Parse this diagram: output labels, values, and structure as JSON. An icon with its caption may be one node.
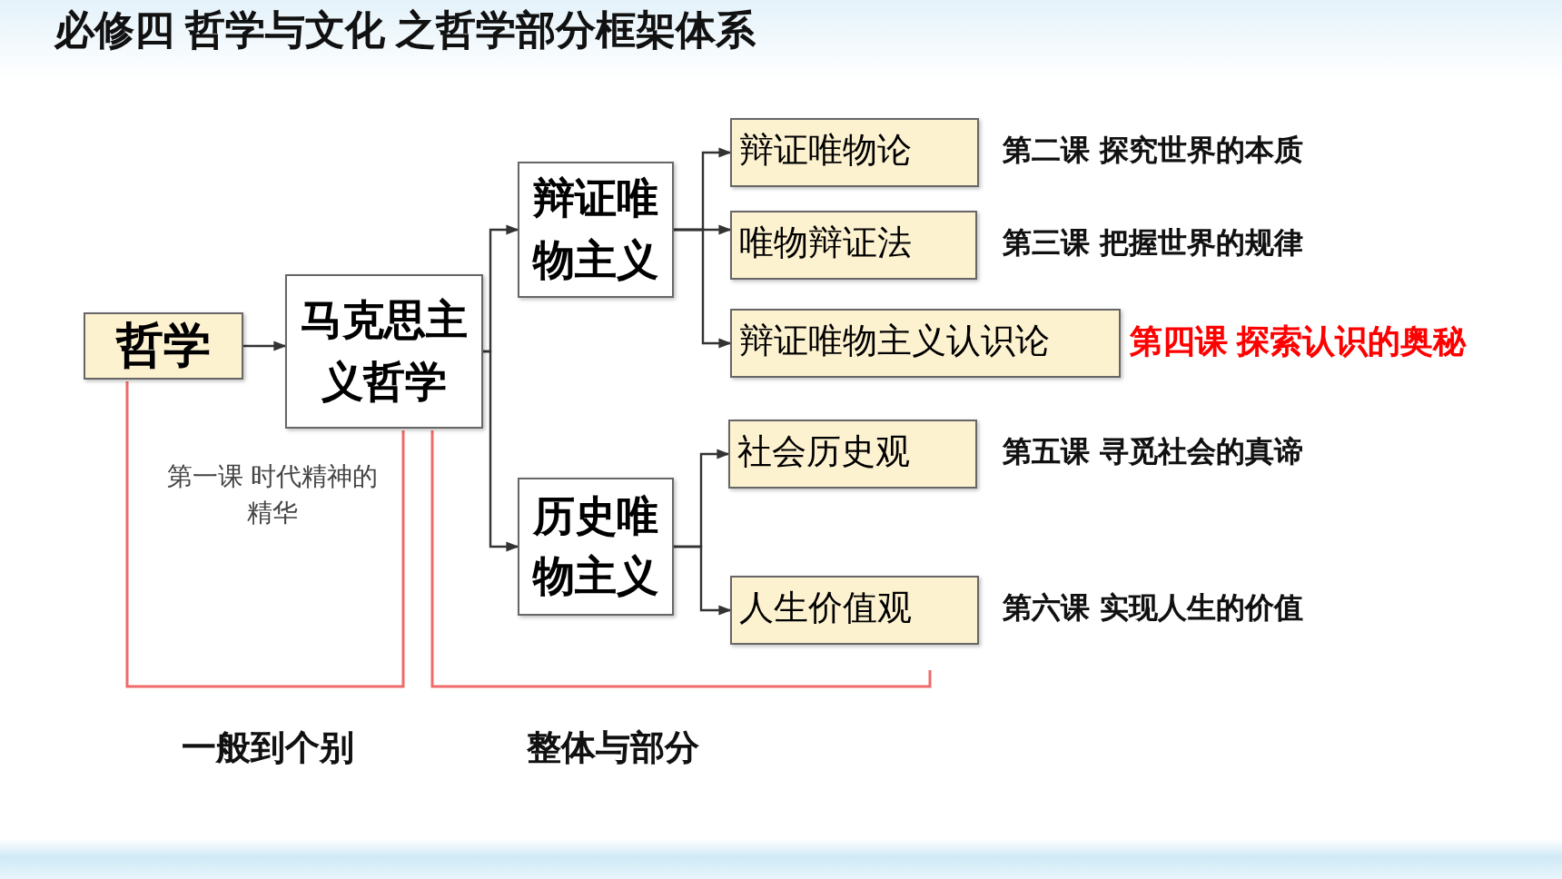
{
  "diagram": {
    "title": "必修四 哲学与文化 之**哲学部分框架体系**",
    "nodes": [
      {
        "text": [
          "哲学"
        ]
      },
      {
        "text": [
          "马克思主义哲学"
        ]
      },
      {
        "text": [
          "辩证唯物主义"
        ]
      },
      {
        "text": [
          "历史唯物主义"
        ]
      },
      {
        "text": [
          "辩证唯物论"
        ],
        "beside": [
          "第二课 探究世界的本质"
        ]
      },
      {
        "text": [
          "唯物辩证法"
        ],
        "beside": [
          "第三课 把握世界的规律"
        ]
      },
      {
        "text": [
          "辩证唯物主义认识论"
        ],
        "beside": [
          "第四课 探索认识的奥秘"
        ]
      },
      {
        "text": [
          "社会历史观"
        ],
        "beside": [
          "第五课 寻觅社会的真谛"
        ]
      },
      {
        "text": [
          "人生价值观"
        ],
        "beside": [
          "第六课 实现人生的价值"
        ]
      }
    ],
    "edges": [
      {
        "from": 0,
        "to": 1,
        "arrow": "to"
      },
      {
        "from": 1,
        "to": 2,
        "arrow": "to"
      },
      {
        "from": 1,
        "to": 3,
        "arrow": "to"
      },
      {
        "from": 2,
        "to": 4,
        "arrow": "to"
      },
      {
        "from": 2,
        "to": 5,
        "arrow": "to"
      },
      {
        "from": 2,
        "to": 6,
        "arrow": "to"
      },
      {
        "from": 3,
        "to": 7,
        "arrow": "to"
      },
      {
        "from": 3,
        "to": 8,
        "arrow": "to"
      }
    ],
    "labels": [
      "第一课 时代精神的精华",
      "一般到个别",
      "整体与部分"
    ]
  }
}
